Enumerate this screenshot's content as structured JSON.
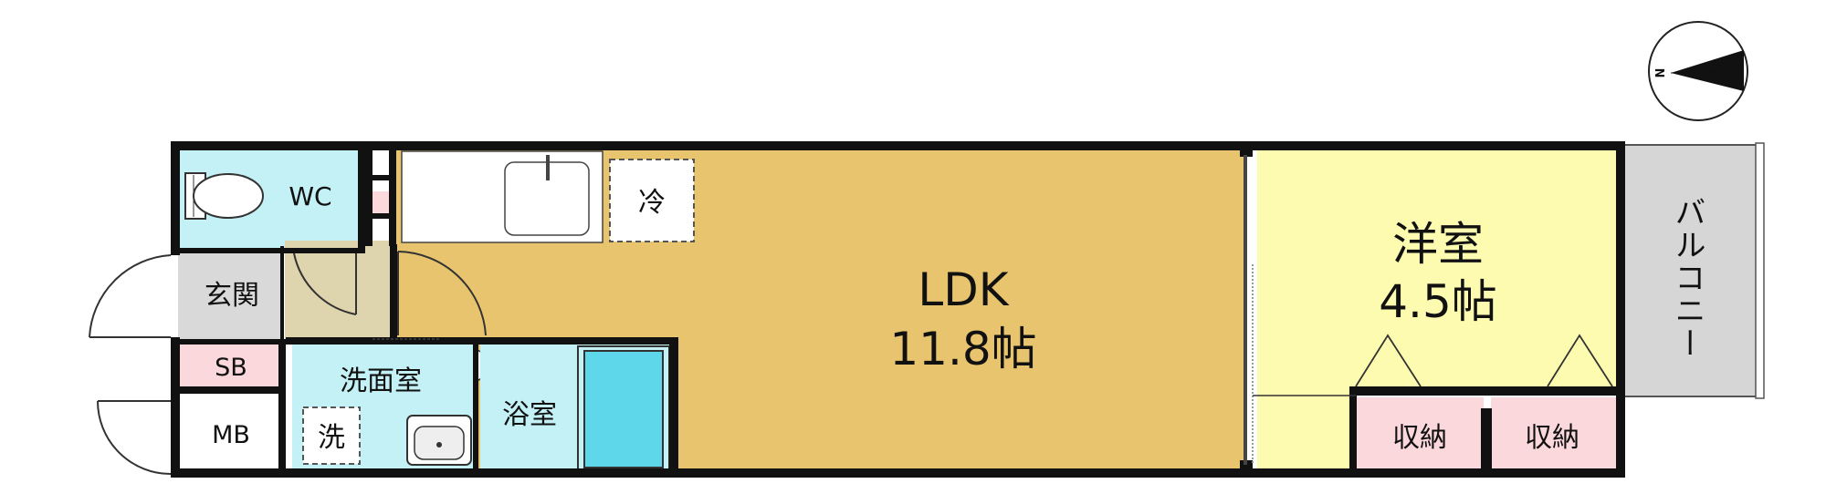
{
  "compass": {
    "north_label": "N"
  },
  "rooms": {
    "wc": "WC",
    "entrance": "玄関",
    "shoe_box": "SB",
    "meter_box": "MB",
    "washroom": "洗面室",
    "washer": "洗",
    "bathroom": "浴室",
    "fridge": "冷",
    "ldk_name": "LDK",
    "ldk_size": "11.8帖",
    "western_name": "洋室",
    "western_size": "4.5帖",
    "storage_left": "収納",
    "storage_right": "収納",
    "balcony": "バルコニー"
  },
  "colors": {
    "ldk": "#e8c46e",
    "western": "#fdfbb0",
    "wet": "#c4f1f5",
    "bath_tub": "#5fd7ea",
    "pink": "#fbd8dc",
    "entrance": "#d9d9d9",
    "hall": "#ded4ae",
    "balcony": "#d6d6d6",
    "wall": "#111111"
  }
}
